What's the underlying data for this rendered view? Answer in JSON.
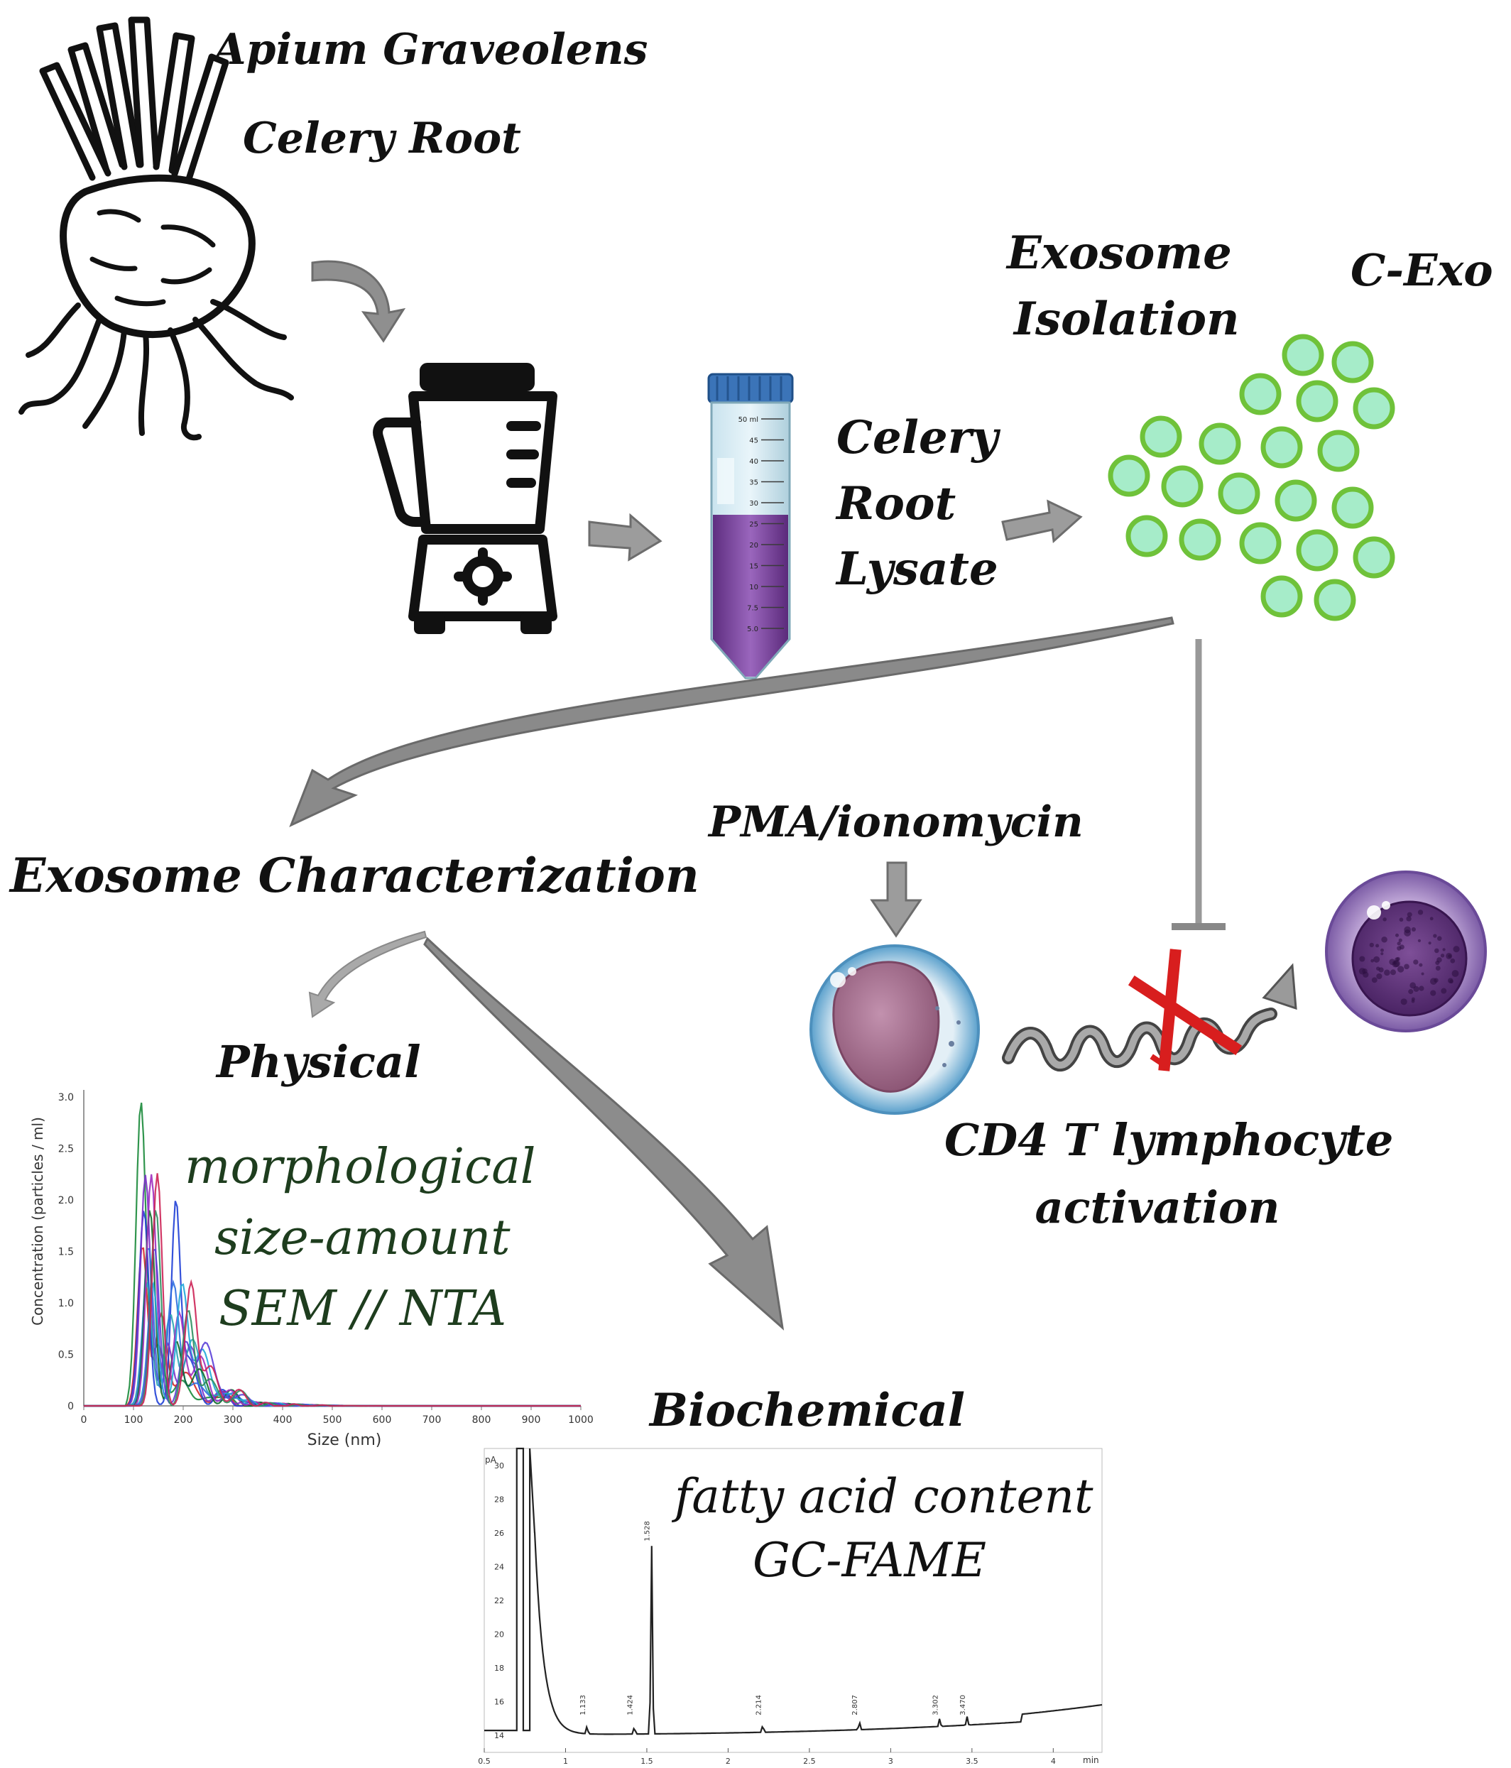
{
  "labels": {
    "species": "Apium Graveolens",
    "root": "Celery Root",
    "exosome_isolation_1": "Exosome",
    "exosome_isolation_2": "Isolation",
    "cexo": "C-Exo",
    "lysate_1": "Celery",
    "lysate_2": "Root",
    "lysate_3": "Lysate",
    "pma": "PMA/ionomycin",
    "characterization": "Exosome Characterization",
    "physical": "Physical",
    "phys_1": "morphological",
    "phys_2": "size-amount",
    "phys_3": "SEM // NTA",
    "cd4_1": "CD4 T lymphocyte",
    "cd4_2": "activation",
    "biochemical": "Biochemical",
    "bio_1": "fatty acid content",
    "bio_2": "GC-FAME"
  },
  "tube": {
    "ticks": [
      "50 ml",
      "45",
      "40",
      "35",
      "30",
      "25",
      "20",
      "15",
      "10",
      "7.5",
      "5.0"
    ]
  },
  "nta_chart": {
    "ylabel": "Concentration (particles / ml)",
    "xlabel": "Size (nm)",
    "xticks": [
      "0",
      "100",
      "200",
      "300",
      "400",
      "500",
      "600",
      "700",
      "800",
      "900",
      "1000"
    ],
    "yticks": [
      "0",
      "0.5",
      "1.0",
      "1.5",
      "2.0",
      "2.5",
      "3.0"
    ]
  },
  "gc_chart": {
    "yunit": "pA",
    "xunit": "min",
    "xticks": [
      "0.5",
      "1",
      "1.5",
      "2",
      "2.5",
      "3",
      "3.5",
      "4"
    ],
    "yticks": [
      "14",
      "16",
      "18",
      "20",
      "22",
      "24",
      "26",
      "28",
      "30"
    ],
    "peak_labels": [
      "1.133",
      "1.424",
      "1.528",
      "2.214",
      "2.807",
      "3.302",
      "3.470"
    ]
  },
  "colors": {
    "arrow": "#9a9a9a",
    "exosome_fill": "#a6ecc9",
    "exosome_ring": "#6fc23a",
    "lysate": "#7a4a9a",
    "tube_cap": "#3b74b8",
    "inhibit": "#d81e1e",
    "green_text": "#1e3d1e"
  }
}
